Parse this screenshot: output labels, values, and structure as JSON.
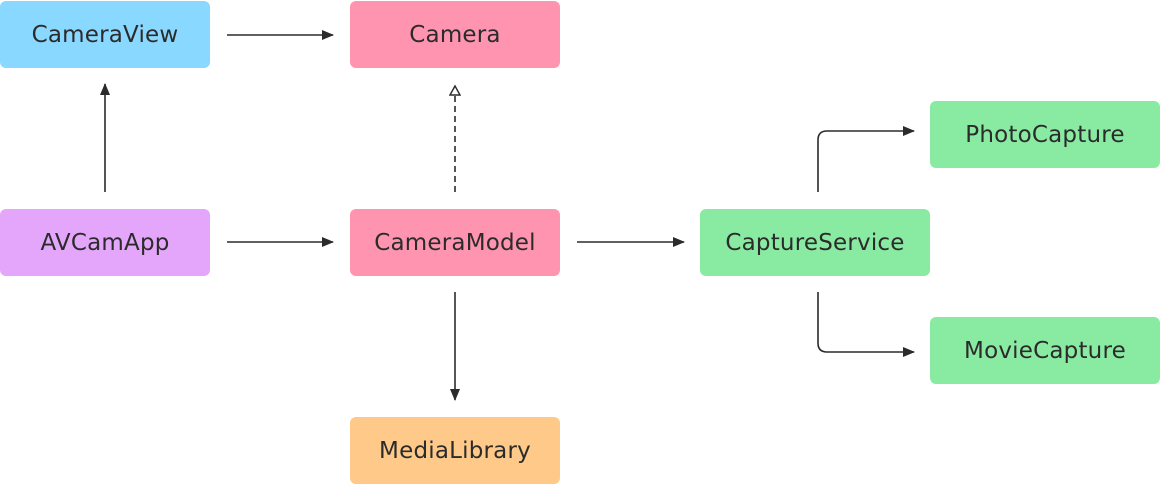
{
  "colors": {
    "view": "#89d8ff",
    "model": "#ff94b1",
    "app": "#e4a6fb",
    "service": "#89eba2",
    "library": "#ffc98a",
    "edge": "#2b2b2b"
  },
  "nodes": {
    "camera_view": "CameraView",
    "camera": "Camera",
    "avcam_app": "AVCamApp",
    "camera_model": "CameraModel",
    "capture_service": "CaptureService",
    "photo_capture": "PhotoCapture",
    "movie_capture": "MovieCapture",
    "media_library": "MediaLibrary"
  },
  "edges": [
    {
      "from": "CameraView",
      "to": "Camera",
      "style": "solid"
    },
    {
      "from": "AVCamApp",
      "to": "CameraView",
      "style": "solid"
    },
    {
      "from": "AVCamApp",
      "to": "CameraModel",
      "style": "solid"
    },
    {
      "from": "CameraModel",
      "to": "Camera",
      "style": "dashed"
    },
    {
      "from": "CameraModel",
      "to": "CaptureService",
      "style": "solid"
    },
    {
      "from": "CameraModel",
      "to": "MediaLibrary",
      "style": "solid"
    },
    {
      "from": "CaptureService",
      "to": "PhotoCapture",
      "style": "solid"
    },
    {
      "from": "CaptureService",
      "to": "MovieCapture",
      "style": "solid"
    }
  ]
}
